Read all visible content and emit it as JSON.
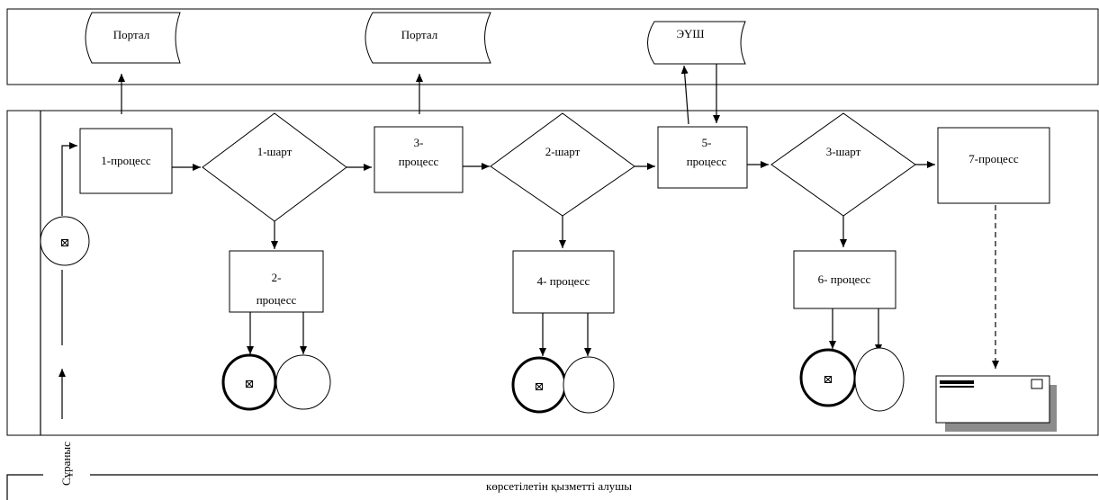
{
  "lanes": {
    "bottom_label": "көрсетілетін қызметті алушы",
    "side_label": "Сұраныс"
  },
  "systems": {
    "portal_1": "Портал",
    "portal_2": "Портал",
    "eush": "ЭҮШ"
  },
  "processes": {
    "p1": "1-процесс",
    "p2_line1": "2-",
    "p2_line2": "процесс",
    "p3_line1": "3-",
    "p3_line2": "процесс",
    "p4": "4- процесс",
    "p5_line1": "5-",
    "p5_line2": "процесс",
    "p6": "6- процесс",
    "p7": "7-процесс"
  },
  "conditions": {
    "c1": "1-шарт",
    "c2": "2-шарт",
    "c3": "3-шарт"
  },
  "symbols": {
    "start_mark": "⊠",
    "end_mark_1": "⊠",
    "end_mark_2": "⊠",
    "end_mark_3": "⊠"
  }
}
